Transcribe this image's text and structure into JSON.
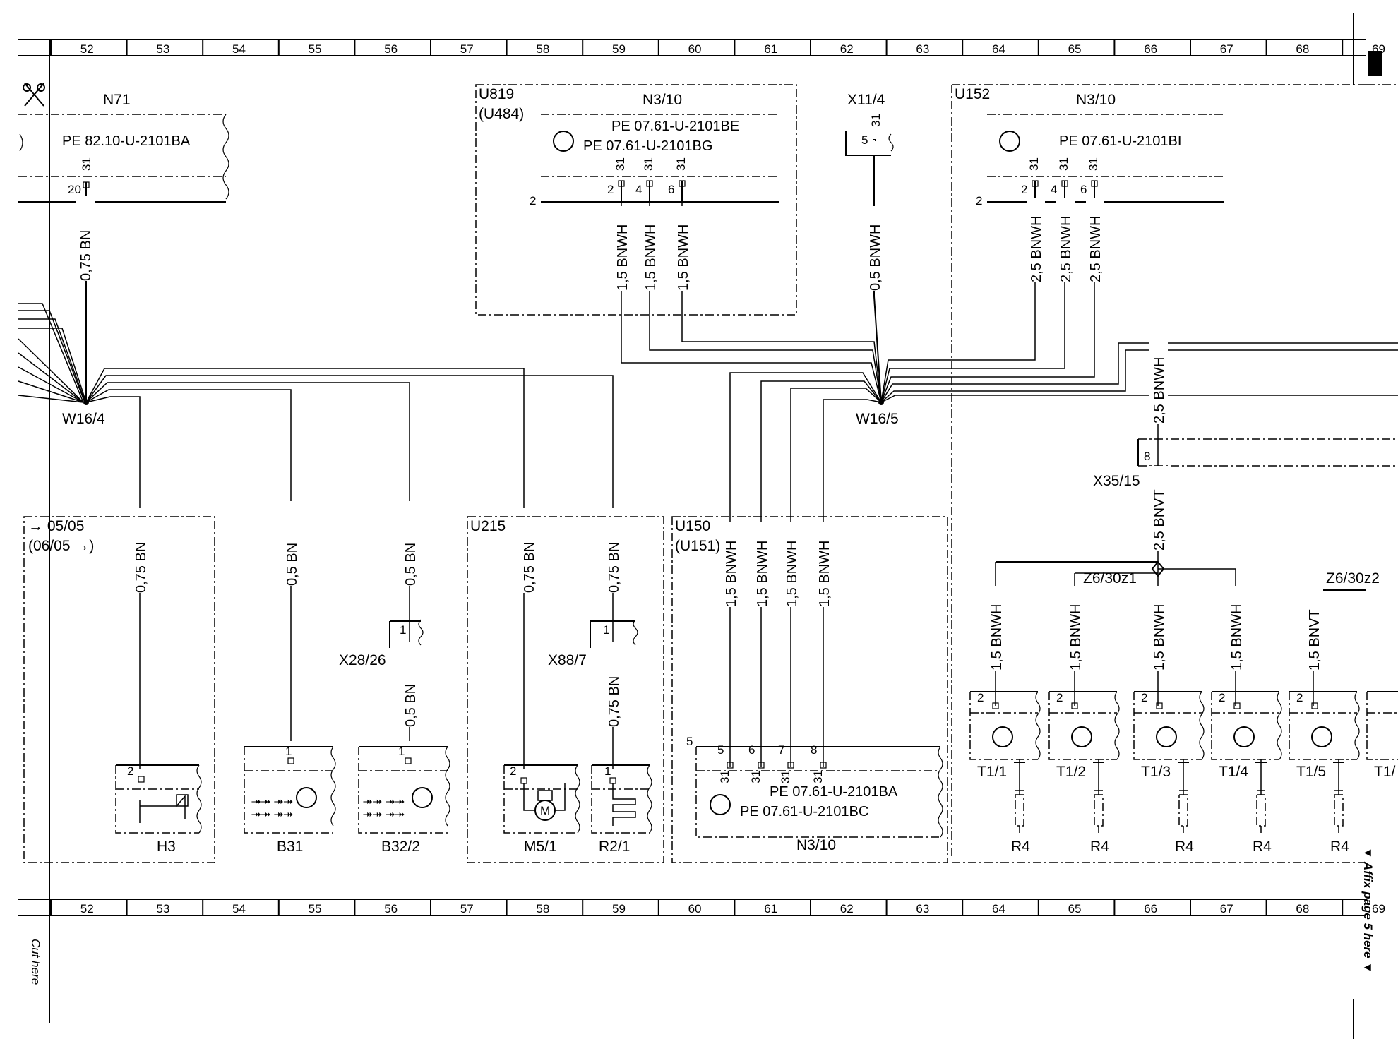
{
  "ruler": {
    "numbers": [
      "52",
      "53",
      "54",
      "55",
      "56",
      "57",
      "58",
      "59",
      "60",
      "61",
      "62",
      "63",
      "64",
      "65",
      "66",
      "67",
      "68",
      "69"
    ]
  },
  "margin": {
    "cut_here": "Cut here",
    "affix_note": "▼ Affix page 5 here ▼"
  },
  "components": {
    "n71": {
      "name": "N71",
      "ref": "PE 82.10-U-2101BA",
      "pin": "20",
      "terminal": "31"
    },
    "n3_10_left": {
      "group": "U819",
      "group_alt": "(U484)",
      "name": "N3/10",
      "ref1": "PE 07.61-U-2101BE",
      "ref2": "PE 07.61-U-2101BG",
      "connector": "2",
      "pins": [
        "2",
        "4",
        "6"
      ],
      "terminal": "31"
    },
    "x11_4": {
      "name": "X11/4",
      "pin": "5",
      "terminal": "31"
    },
    "n3_10_right": {
      "group": "U152",
      "name": "N3/10",
      "ref": "PE 07.61-U-2101BI",
      "connector": "2",
      "pins": [
        "2",
        "4",
        "6"
      ],
      "terminal": "31"
    },
    "splices": {
      "left": "W16/4",
      "right": "W16/5"
    },
    "x35_15": {
      "name": "X35/15",
      "pin": "8"
    },
    "group_05_05": {
      "from": "05/05",
      "until": "(06/05"
    },
    "u215": {
      "name": "U215"
    },
    "u150": {
      "name": "U150",
      "alt": "(U151)"
    },
    "x28_26": {
      "name": "X28/26",
      "pin": "1"
    },
    "x88_7": {
      "name": "X88/7",
      "pin": "1"
    },
    "h3": {
      "name": "H3",
      "pin": "2"
    },
    "b31": {
      "name": "B31",
      "pin": "1"
    },
    "b32_2": {
      "name": "B32/2",
      "pin": "1"
    },
    "m5_1": {
      "name": "M5/1",
      "pin": "2",
      "motor": "M"
    },
    "r2_1": {
      "name": "R2/1",
      "pin": "1"
    },
    "n3_10_bottom": {
      "name": "N3/10",
      "connector": "5",
      "pins": [
        "5",
        "6",
        "7",
        "8"
      ],
      "terminal": "31",
      "ref1": "PE 07.61-U-2101BA",
      "ref2": "PE 07.61-U-2101BC"
    },
    "z6_30z1": "Z6/30z1",
    "z6_30z2": "Z6/30z2",
    "transducers": {
      "pin": "2",
      "names": [
        "T1/1",
        "T1/2",
        "T1/3",
        "T1/4",
        "T1/5",
        "T1/"
      ],
      "resistor": "R4"
    }
  },
  "wires": {
    "w_075bn": "0,75 BN",
    "w_05bn": "0,5 BN",
    "w_15bnwh": "1,5 BNWH",
    "w_25bnwh": "2,5 BNWH",
    "w_05bnwh": "0,5 BNWH",
    "w_25bnvt": "2,5 BNVT",
    "w_15bnvt": "1,5 BNVT"
  }
}
